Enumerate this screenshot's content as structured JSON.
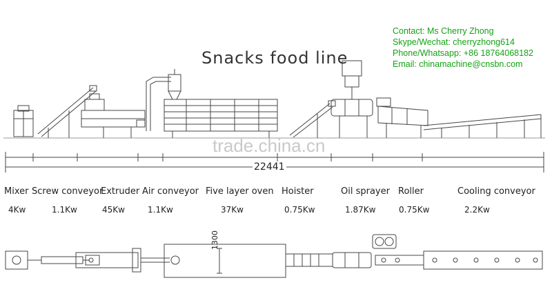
{
  "title": "Snacks food line",
  "contact": {
    "line1": "Contact: Ms Cherry Zhong",
    "line2": "Skype/Wechat: cherryzhong614",
    "line3": "Phone/Whatsapp: +86 18764068182",
    "line4": "Email: chinamachine@cnsbn.com",
    "color": "#12a212"
  },
  "watermark": "trade.china.cn",
  "total_length": "22441",
  "width_dim": "1300",
  "machines": [
    {
      "name": "Mixer",
      "power": "4Kw"
    },
    {
      "name": "Screw conveyor",
      "power": "1.1Kw"
    },
    {
      "name": "Extruder",
      "power": "45Kw"
    },
    {
      "name": "Air conveyor",
      "power": "1.1Kw"
    },
    {
      "name": "Five layer oven",
      "power": "37Kw"
    },
    {
      "name": "Hoister",
      "power": "0.75Kw"
    },
    {
      "name": "Oil sprayer",
      "power": "1.87Kw"
    },
    {
      "name": "Roller",
      "power": "0.75Kw"
    },
    {
      "name": "Cooling conveyor",
      "power": "2.2Kw"
    }
  ]
}
